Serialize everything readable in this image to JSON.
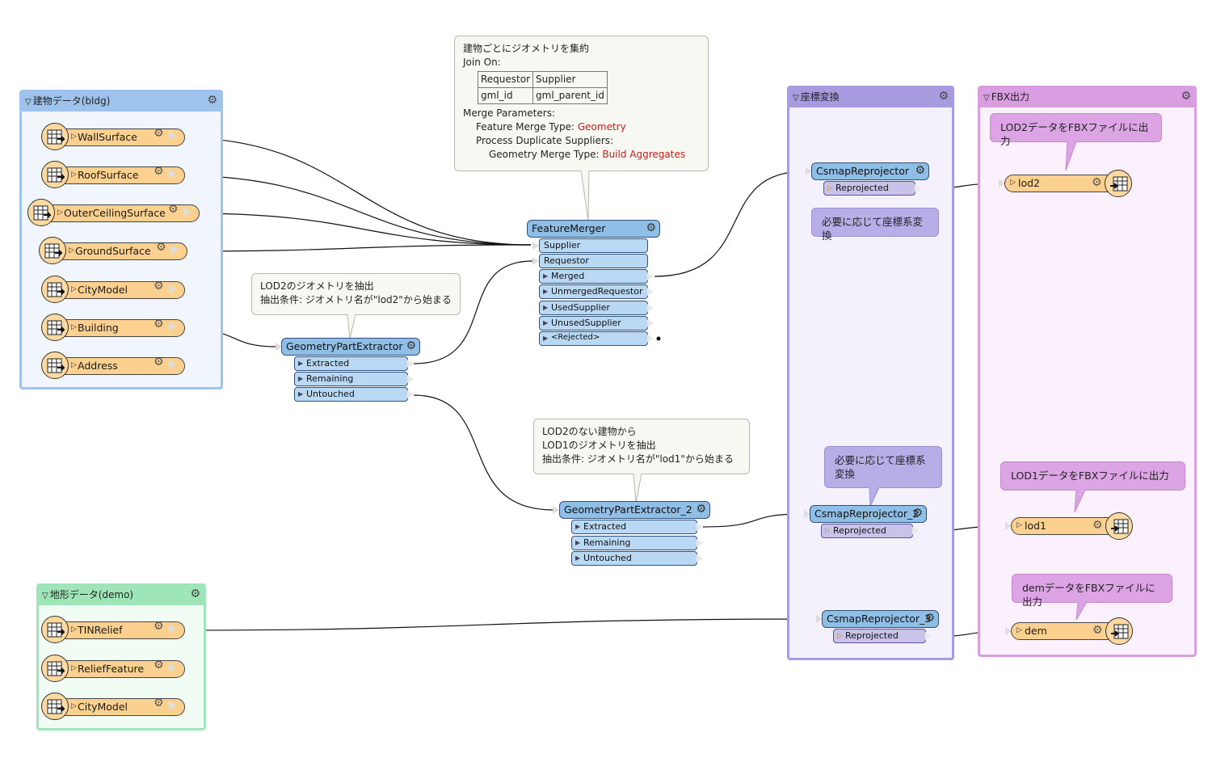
{
  "bookmarks": {
    "bldg": {
      "title": "建物データ(bldg)",
      "color": "#9ec3ec"
    },
    "demo": {
      "title": "地形データ(demo)",
      "color": "#9ee6b8"
    },
    "zahyo": {
      "title": "座標変換",
      "color": "#a99be0"
    },
    "fbx": {
      "title": "FBX出力",
      "color": "#d89ee0"
    }
  },
  "readers_bldg": [
    {
      "label": "WallSurface"
    },
    {
      "label": "RoofSurface"
    },
    {
      "label": "OuterCeilingSurface"
    },
    {
      "label": "GroundSurface"
    },
    {
      "label": "CityModel"
    },
    {
      "label": "Building"
    },
    {
      "label": "Address"
    }
  ],
  "readers_demo": [
    {
      "label": "TINRelief"
    },
    {
      "label": "ReliefFeature"
    },
    {
      "label": "CityModel"
    }
  ],
  "feature_merger": {
    "title": "FeatureMerger",
    "inputs": [
      "Supplier",
      "Requestor"
    ],
    "outputs": [
      "Merged",
      "UnmergedRequestor",
      "UsedSupplier",
      "UnusedSupplier",
      "<Rejected>"
    ]
  },
  "gpe1": {
    "title": "GeometryPartExtractor",
    "outputs": [
      "Extracted",
      "Remaining",
      "Untouched"
    ]
  },
  "gpe2": {
    "title": "GeometryPartExtractor_2",
    "outputs": [
      "Extracted",
      "Remaining",
      "Untouched"
    ]
  },
  "csmap1": {
    "title": "CsmapReprojector",
    "output": "Reprojected"
  },
  "csmap2": {
    "title": "CsmapReprojector_2",
    "output": "Reprojected"
  },
  "csmap3": {
    "title": "CsmapReprojector_3",
    "output": "Reprojected"
  },
  "writers": [
    {
      "label": "lod2"
    },
    {
      "label": "lod1"
    },
    {
      "label": "dem"
    }
  ],
  "notes": {
    "merge": {
      "title": "建物ごとにジオメトリを集約",
      "join_on": "Join On:",
      "table": [
        [
          "Requestor",
          "Supplier"
        ],
        [
          "gml_id",
          "gml_parent_id"
        ]
      ],
      "merge_params": "Merge Parameters:",
      "fmt_label": "Feature Merge Type: ",
      "fmt_value": "Geometry",
      "pds": "Process Duplicate Suppliers:",
      "gmt_label": "Geometry Merge Type: ",
      "gmt_value": "Build Aggregates"
    },
    "gpe1": {
      "line1": "LOD2のジオメトリを抽出",
      "line2": "抽出条件: ジオメトリ名が\"lod2\"から始まる"
    },
    "gpe2": {
      "line1": "LOD2のない建物から",
      "line2": "LOD1のジオメトリを抽出",
      "line3": "抽出条件: ジオメトリ名が\"lod1\"から始まる"
    },
    "csmap1": "必要に応じて座標系変換",
    "csmap2": "必要に応じて座標系変換",
    "fbx_lod2": "LOD2データをFBXファイルに出力",
    "fbx_lod1": "LOD1データをFBXファイルに出力",
    "fbx_dem": "demデータをFBXファイルに出力"
  },
  "icons": {
    "gear": "gear-icon",
    "table": "table-icon",
    "triangle": "triangle-icon"
  }
}
